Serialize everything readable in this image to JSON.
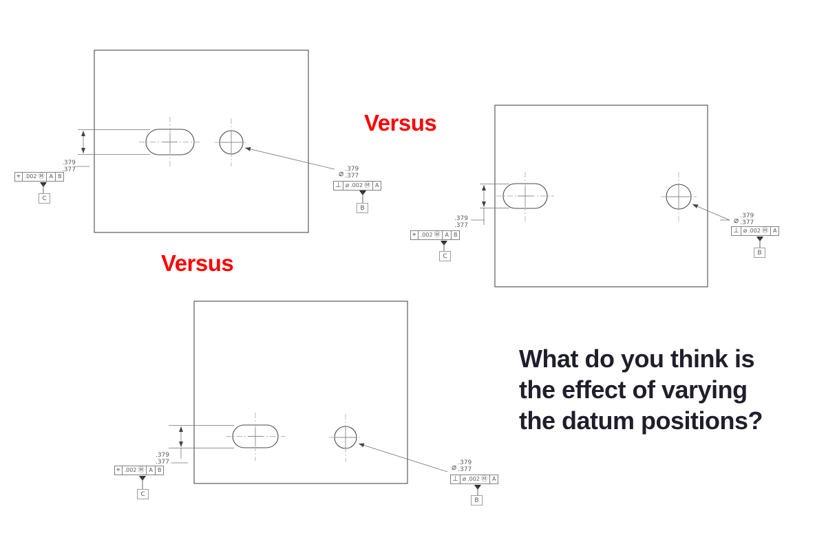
{
  "slide": {
    "versus_top": "Versus",
    "versus_mid": "Versus",
    "question": {
      "line1": "What do you think is",
      "line2": "the effect of varying",
      "line3": "the datum positions?"
    }
  },
  "colors": {
    "versus_red": "#FF0000",
    "question_dark": "#1F1F2C",
    "outline_gray": "#4a4a4a"
  },
  "drawings": [
    {
      "id": "top-left",
      "slot_dim": {
        "upper": ".379",
        "lower": ".377"
      },
      "slot_fcf": {
        "symbol": "⌖",
        "tol": ".002",
        "mod": "Ⓜ",
        "d1": "A",
        "d2": "B"
      },
      "slot_datum": "C",
      "hole_dim": {
        "dia": "⌀",
        "upper": ".379",
        "lower": ".377"
      },
      "hole_fcf": {
        "symbol": "⊥",
        "dia": "⌀",
        "tol": ".002",
        "mod": "Ⓜ",
        "d1": "A"
      },
      "hole_datum": "B"
    },
    {
      "id": "top-right",
      "slot_dim": {
        "upper": ".379",
        "lower": ".377"
      },
      "slot_fcf": {
        "symbol": "⌖",
        "tol": ".002",
        "mod": "Ⓜ",
        "d1": "A",
        "d2": "B"
      },
      "slot_datum": "C",
      "hole_dim": {
        "dia": "⌀",
        "upper": ".379",
        "lower": ".377"
      },
      "hole_fcf": {
        "symbol": "⊥",
        "dia": "⌀",
        "tol": ".002",
        "mod": "Ⓜ",
        "d1": "A"
      },
      "hole_datum": "B"
    },
    {
      "id": "bottom-center",
      "slot_dim": {
        "upper": ".379",
        "lower": ".377"
      },
      "slot_fcf": {
        "symbol": "⌖",
        "tol": ".002",
        "mod": "Ⓜ",
        "d1": "A",
        "d2": "B"
      },
      "slot_datum": "C",
      "hole_dim": {
        "dia": "⌀",
        "upper": ".379",
        "lower": ".377"
      },
      "hole_fcf": {
        "symbol": "⊥",
        "dia": "⌀",
        "tol": ".002",
        "mod": "Ⓜ",
        "d1": "A"
      },
      "hole_datum": "B"
    }
  ]
}
